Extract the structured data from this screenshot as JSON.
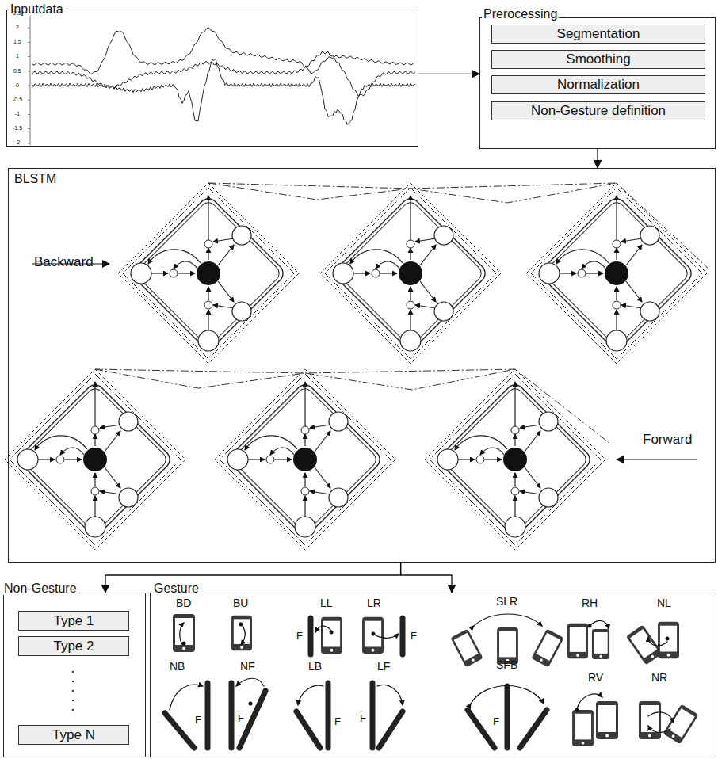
{
  "diagram": {
    "nodes": [
      {
        "text": [
          "Inputdata"
        ]
      },
      {
        "text": [
          "Prerocessing"
        ]
      },
      {
        "text": [
          "Segmentation"
        ],
        "in": 1
      },
      {
        "text": [
          "Smoothing"
        ],
        "in": 1
      },
      {
        "text": [
          "Normalization"
        ],
        "in": 1
      },
      {
        "text": [
          "Non-Gesture definition"
        ],
        "in": 1
      },
      {
        "text": [
          "BLSTM"
        ]
      },
      {
        "text": [
          "Non-Gesture"
        ]
      },
      {
        "text": [
          "Type 1"
        ],
        "in": 7
      },
      {
        "text": [
          "Type 2"
        ],
        "in": 7
      },
      {
        "text": [
          "Type N"
        ],
        "in": 7
      },
      {
        "text": [
          "Gesture"
        ]
      }
    ],
    "edges": [
      {
        "from": 0,
        "to": 1,
        "arrow": "to"
      },
      {
        "from": 1,
        "to": 6,
        "arrow": "to"
      },
      {
        "from": 6,
        "to": 7,
        "arrow": "to"
      },
      {
        "from": 6,
        "to": 11,
        "arrow": "to"
      }
    ],
    "labels": [
      "2.5",
      "2",
      "1.5",
      "1",
      "0.5",
      "0",
      "-0.5",
      "-1",
      "-1.5",
      "-2",
      "Backward",
      "Forward",
      "BD",
      "BU",
      "LL",
      "LR",
      "SLR",
      "RH",
      "NL",
      "NB",
      "NF",
      "LB",
      "LF",
      "SFB",
      "RV",
      "NR",
      "F",
      "F",
      "F",
      "F",
      "F",
      "F",
      "F"
    ]
  }
}
